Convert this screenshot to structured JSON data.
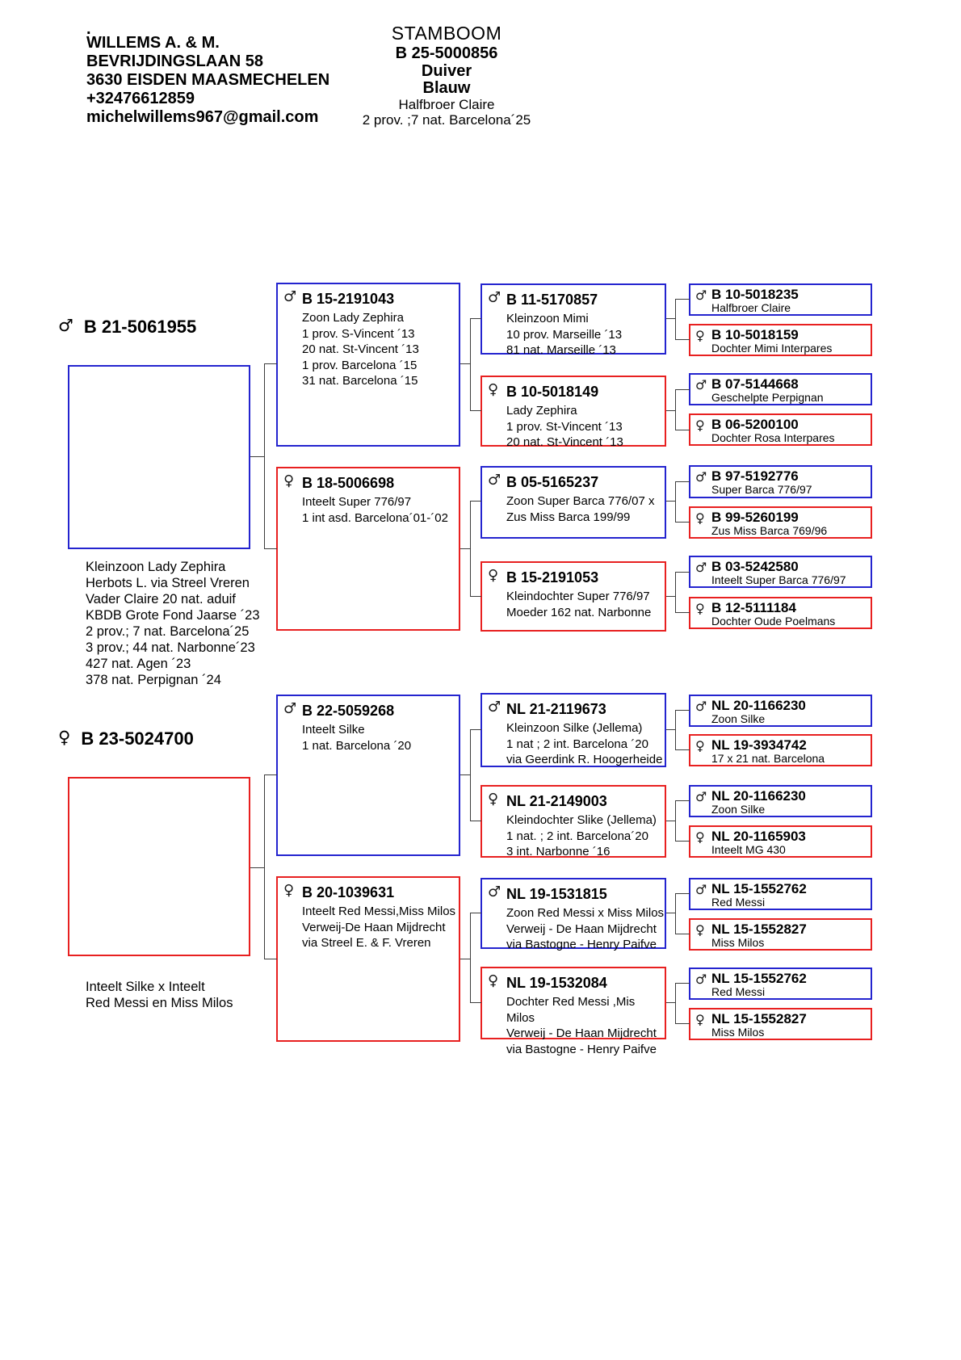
{
  "colors": {
    "male_border": "#2424cf",
    "female_border": "#e82020",
    "connector": "#3c3c3c"
  },
  "owner": {
    "lines": [
      ".",
      "WILLEMS A. & M.",
      "BEVRIJDINGSLAAN 58",
      "3630 EISDEN MAASMECHELEN",
      "+32476612859",
      "michelwillems967@gmail.com"
    ]
  },
  "title": {
    "heading": "STAMBOOM",
    "ring": "B 25-5000856",
    "type": "Duiver",
    "color": "Blauw",
    "note": "Halfbroer Claire",
    "result": "2 prov. ;7 nat. Barcelona´25"
  },
  "nodes": {
    "sire": {
      "id": "B 21-5061955",
      "sex": "male",
      "notes": [
        "Kleinzoon Lady Zephira",
        "Herbots L. via Streel Vreren",
        "Vader Claire 20 nat. aduif",
        "KBDB Grote Fond Jaarse ´23",
        "2 prov.; 7 nat. Barcelona´25",
        "3 prov.; 44 nat. Narbonne´23",
        "427 nat. Agen ´23",
        "378 nat. Perpignan ´24"
      ]
    },
    "dam": {
      "id": "B 23-5024700",
      "sex": "female",
      "notes": [
        "Inteelt Silke x Inteelt",
        "Red Messi en Miss Milos"
      ]
    },
    "gen2": [
      {
        "id": "B 15-2191043",
        "sex": "male",
        "lines": [
          "Zoon Lady Zephira",
          "1 prov. S-Vincent ´13",
          "20 nat. St-Vincent ´13",
          "1 prov. Barcelona ´15",
          "31 nat. Barcelona ´15"
        ]
      },
      {
        "id": "B 18-5006698",
        "sex": "female",
        "lines": [
          "Inteelt Super 776/97",
          "1 int asd. Barcelona´01-´02"
        ]
      },
      {
        "id": "B 22-5059268",
        "sex": "male",
        "lines": [
          "Inteelt Silke",
          "1 nat. Barcelona ´20"
        ]
      },
      {
        "id": "B 20-1039631",
        "sex": "female",
        "lines": [
          "Inteelt Red Messi,Miss Milos",
          "Verweij-De Haan Mijdrecht",
          "via Streel E. & F. Vreren"
        ]
      }
    ],
    "gen3": [
      {
        "id": "B 11-5170857",
        "sex": "male",
        "lines": [
          "Kleinzoon Mimi",
          "10 prov. Marseille ´13",
          "81 nat. Marseille ´13"
        ]
      },
      {
        "id": "B 10-5018149",
        "sex": "female",
        "lines": [
          "Lady Zephira",
          "1 prov. St-Vincent ´13",
          "20 nat. St-Vincent ´13"
        ]
      },
      {
        "id": "B 05-5165237",
        "sex": "male",
        "lines": [
          "Zoon Super Barca 776/07 x",
          "Zus Miss Barca 199/99"
        ]
      },
      {
        "id": "B 15-2191053",
        "sex": "female",
        "lines": [
          "Kleindochter Super 776/97",
          "Moeder 162 nat. Narbonne"
        ]
      },
      {
        "id": "NL 21-2119673",
        "sex": "male",
        "lines": [
          "Kleinzoon Silke (Jellema)",
          "1 nat ; 2 int. Barcelona ´20",
          "via Geerdink R. Hoogerheide"
        ]
      },
      {
        "id": "NL 21-2149003",
        "sex": "female",
        "lines": [
          "Kleindochter Slike (Jellema)",
          "1 nat. ; 2 int. Barcelona´20",
          "3 int. Narbonne ´16"
        ]
      },
      {
        "id": "NL 19-1531815",
        "sex": "male",
        "lines": [
          "Zoon Red Messi x Miss Milos",
          "Verweij - De Haan Mijdrecht",
          "via Bastogne - Henry Paifve"
        ]
      },
      {
        "id": "NL 19-1532084",
        "sex": "female",
        "lines": [
          "Dochter Red Messi ,Mis Milos",
          "Verweij - De Haan Mijdrecht",
          "via Bastogne - Henry Paifve"
        ]
      }
    ],
    "gen4": [
      {
        "id": "B 10-5018235",
        "sex": "male",
        "name": "Halfbroer Claire"
      },
      {
        "id": "B 10-5018159",
        "sex": "female",
        "name": "Dochter Mimi Interpares"
      },
      {
        "id": "B 07-5144668",
        "sex": "male",
        "name": "Geschelpte Perpignan"
      },
      {
        "id": "B 06-5200100",
        "sex": "female",
        "name": "Dochter Rosa Interpares"
      },
      {
        "id": "B 97-5192776",
        "sex": "male",
        "name": "Super Barca 776/97"
      },
      {
        "id": "B 99-5260199",
        "sex": "female",
        "name": "Zus Miss Barca 769/96"
      },
      {
        "id": "B 03-5242580",
        "sex": "male",
        "name": "Inteelt Super Barca 776/97"
      },
      {
        "id": "B 12-5111184",
        "sex": "female",
        "name": "Dochter Oude Poelmans"
      },
      {
        "id": "NL 20-1166230",
        "sex": "male",
        "name": "Zoon Silke"
      },
      {
        "id": "NL 19-3934742",
        "sex": "female",
        "name": "17 x 21 nat. Barcelona"
      },
      {
        "id": "NL 20-1166230",
        "sex": "male",
        "name": "Zoon Silke"
      },
      {
        "id": "NL 20-1165903",
        "sex": "female",
        "name": "Inteelt MG 430"
      },
      {
        "id": "NL 15-1552762",
        "sex": "male",
        "name": "Red Messi"
      },
      {
        "id": "NL 15-1552827",
        "sex": "female",
        "name": "Miss Milos"
      },
      {
        "id": "NL 15-1552762",
        "sex": "male",
        "name": "Red Messi"
      },
      {
        "id": "NL 15-1552827",
        "sex": "female",
        "name": "Miss Milos"
      }
    ]
  }
}
